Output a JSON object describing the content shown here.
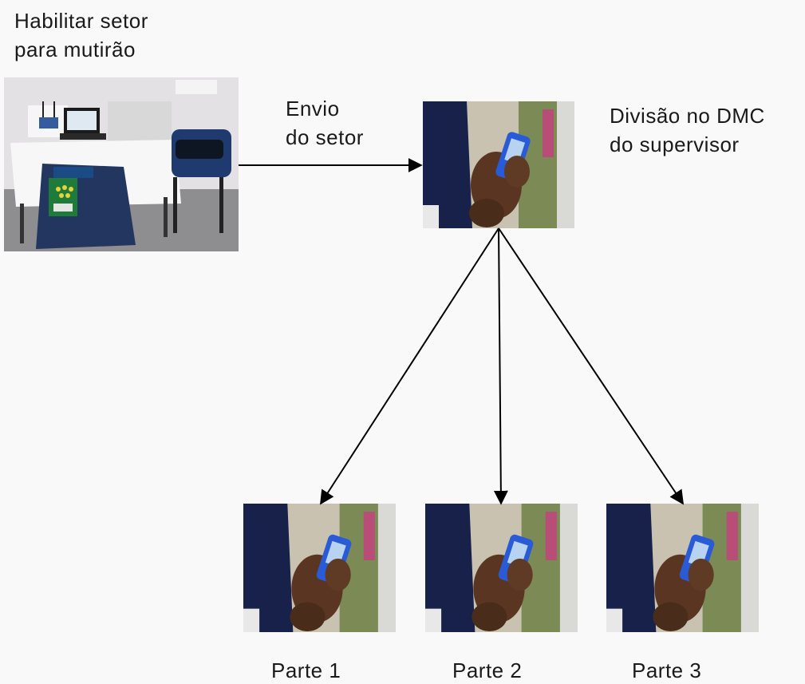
{
  "top_left_label": "Habilitar setor\npara mutirão",
  "arrow_label": "Envio\ndo setor",
  "top_right_label": "Divisão no DMC\ndo supervisor",
  "parts": [
    {
      "label": "Parte 1"
    },
    {
      "label": "Parte 2"
    },
    {
      "label": "Parte 3"
    }
  ],
  "colors": {
    "background": "#f9f9f9",
    "text": "#1a1a1a",
    "arrow": "#000000",
    "jacket": "#1d2b5c",
    "device": "#2a5bd7",
    "skin": "#5a3622"
  }
}
